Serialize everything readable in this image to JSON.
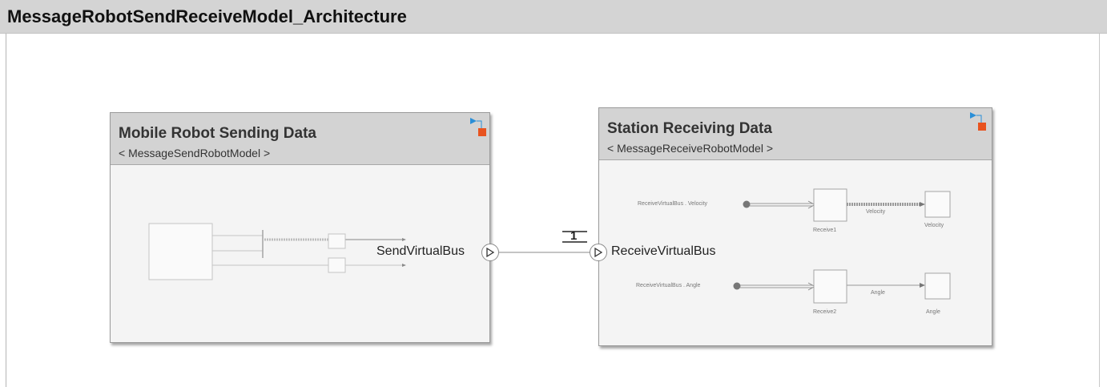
{
  "title": "MessageRobotSendReceiveModel_Architecture",
  "components": {
    "sender": {
      "name": "Mobile Robot Sending Data",
      "reference": "< MessageSendRobotModel >",
      "port": "SendVirtualBus",
      "icon": "stereotype-icon"
    },
    "receiver": {
      "name": "Station Receiving Data",
      "reference": "< MessageReceiveRobotModel >",
      "port": "ReceiveVirtualBus",
      "icon": "stereotype-icon",
      "internals": {
        "inport_velocity": "ReceiveVirtualBus . Velocity",
        "inport_angle": "ReceiveVirtualBus . Angle",
        "block_receive1": "Receive1",
        "block_receive2": "Receive2",
        "signal_velocity": "Velocity",
        "signal_angle": "Angle",
        "outport_velocity": "Velocity",
        "outport_angle": "Angle"
      }
    }
  },
  "connection": {
    "label": "1"
  },
  "colors": {
    "icon_blue": "#2a8fd8",
    "icon_orange": "#e8531f"
  }
}
